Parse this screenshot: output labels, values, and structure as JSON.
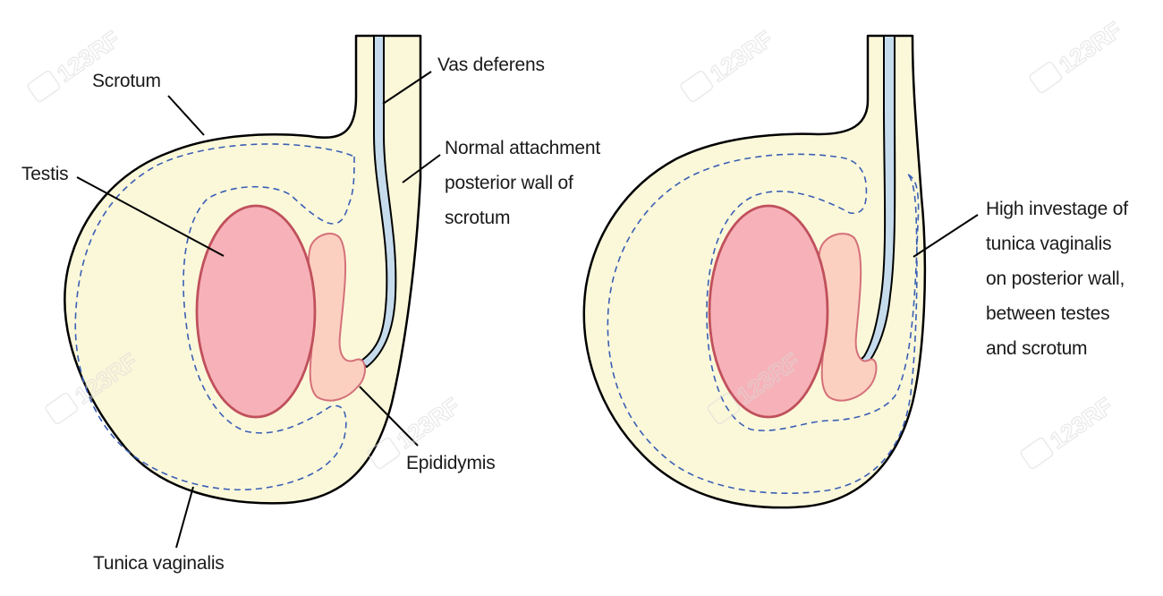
{
  "colors": {
    "skin": "#fbf8da",
    "outline": "#000000",
    "testis_fill": "#f6b2b8",
    "testis_stroke": "#c0505c",
    "epididymis_fill": "#fcd0c0",
    "epididymis_stroke": "#d4707a",
    "vas_fill": "#c6dcec",
    "tunica_dash": "#3a5fb4"
  },
  "left_panel": {
    "labels": {
      "scrotum": "Scrotum",
      "testis": "Testis",
      "vas_deferens": "Vas deferens",
      "normal_attachment": [
        "Normal attachment",
        "posterior wall of",
        "scrotum"
      ],
      "epididymis": "Epididymis",
      "tunica_vaginalis": "Tunica vaginalis"
    }
  },
  "right_panel": {
    "labels": {
      "high_investage": [
        "High investage of",
        "tunica vaginalis",
        "on posterior wall,",
        "between testes",
        "and scrotum"
      ]
    }
  },
  "watermark": {
    "text": "123RF"
  }
}
